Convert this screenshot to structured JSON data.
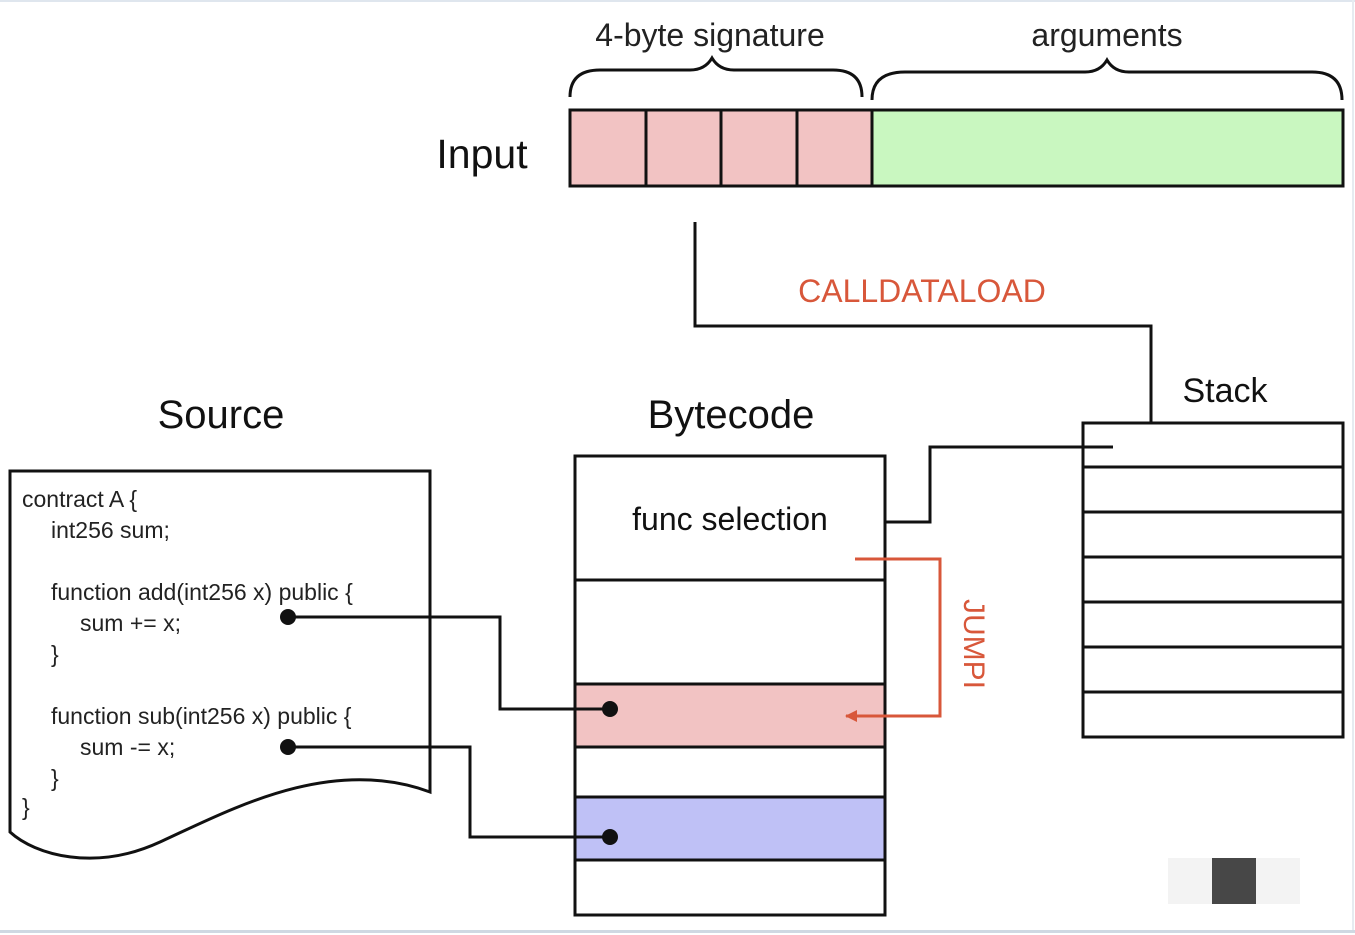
{
  "labels": {
    "signature": "4-byte signature",
    "arguments": "arguments",
    "input": "Input",
    "calldataload": "CALLDATALOAD",
    "stack": "Stack",
    "source": "Source",
    "bytecode": "Bytecode",
    "func_selection": "func selection",
    "jumpi": "JUMPI"
  },
  "source_code": [
    "contract A {",
    "int256 sum;",
    "function add(int256 x) public {",
    "sum += x;",
    "}",
    "function sub(int256 x) public {",
    "sum -= x;",
    "}",
    "}"
  ],
  "colors": {
    "signature_fill": "#f2c3c3",
    "arguments_fill": "#c9f7c0",
    "add_block_fill": "#f2c3c3",
    "sub_block_fill": "#bfc1f6",
    "accent": "#d8573a",
    "stroke": "#111111"
  }
}
